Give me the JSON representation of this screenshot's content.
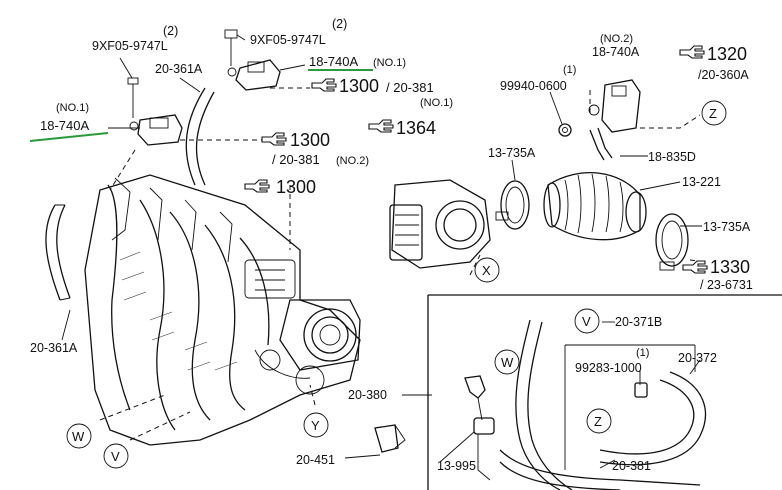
{
  "labels": {
    "bolt_left_qty": "(2)",
    "bolt_left_pn": "9XF05-9747L",
    "bolt_right_qty": "(2)",
    "bolt_right_pn": "9XF05-9747L",
    "hose_top": "20-361A",
    "hose_bottom": "20-361A",
    "valve_no1_right_pn": "18-740A",
    "valve_no1_right_tag": "(NO.1)",
    "valve_no1_left_tag": "(NO.1)",
    "valve_no1_left_pn": "18-740A",
    "ref_1300_a": "1300",
    "ref_20381_a": "/ 20-381",
    "ref_20381_a_tag": "(NO.1)",
    "ref_1300_b": "1300",
    "ref_20381_b": "/ 20-381",
    "ref_20381_b_tag": "(NO.2)",
    "ref_1364": "1364",
    "ref_1300_c": "1300",
    "valve_no2_tag": "(NO.2)",
    "valve_no2_pn": "18-740A",
    "nut_qty": "(1)",
    "nut_pn": "99940-0600",
    "ref_1320": "1320",
    "ref_20360a": "/20-360A",
    "circle_z_top": "Z",
    "clamp_top_pn": "13-735A",
    "hose_18835d": "18-835D",
    "duct_pn": "13-221",
    "clamp_right_pn": "13-735A",
    "circle_x": "X",
    "ref_1330": "1330",
    "ref_236731": "/ 23-6731",
    "circle_v_inset": "V",
    "hose_20371b": "20-371B",
    "clip_qty": "(1)",
    "clip_pn": "99283-1000",
    "hose_20372": "20-372",
    "circle_w_inset": "W",
    "hose_20380": "20-380",
    "circle_z_inset": "Z",
    "circle_w_left": "W",
    "circle_v_left": "V",
    "circle_y": "Y",
    "pcv_13995": "13-995",
    "hose_20381": "20-381",
    "pipe_20451": "20-451"
  },
  "icons": [
    "pointing-hand-icon"
  ],
  "colors": {
    "highlight": "#2b9a3a",
    "ink": "#111111"
  }
}
